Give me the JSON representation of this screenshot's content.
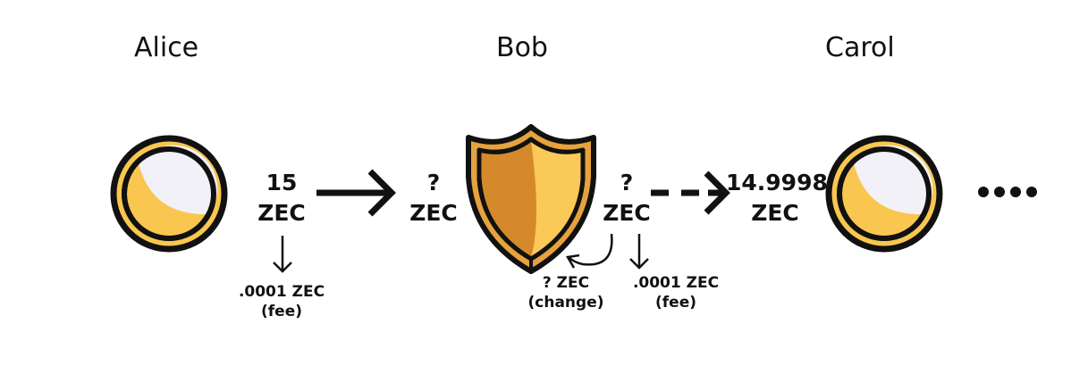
{
  "participants": [
    {
      "name": "Alice"
    },
    {
      "name": "Bob"
    },
    {
      "name": "Carol"
    }
  ],
  "alice_send": {
    "amount": "15",
    "unit": "ZEC"
  },
  "alice_fee": {
    "amount": ".0001 ZEC",
    "label": "(fee)"
  },
  "bob_receive": {
    "amount": "?",
    "unit": "ZEC"
  },
  "bob_send": {
    "amount": "?",
    "unit": "ZEC"
  },
  "bob_change": {
    "amount": "?  ZEC",
    "label": "(change)"
  },
  "bob_fee": {
    "amount": ".0001 ZEC",
    "label": "(fee)"
  },
  "carol_receive": {
    "amount": "14.9998",
    "unit": "ZEC"
  },
  "continuation": "••••",
  "colors": {
    "coin_gold": "#F9C74F",
    "coin_face": "#F3F1F8",
    "shield_dark": "#D48A2A",
    "shield_light": "#FBC957",
    "outline": "#111111"
  }
}
